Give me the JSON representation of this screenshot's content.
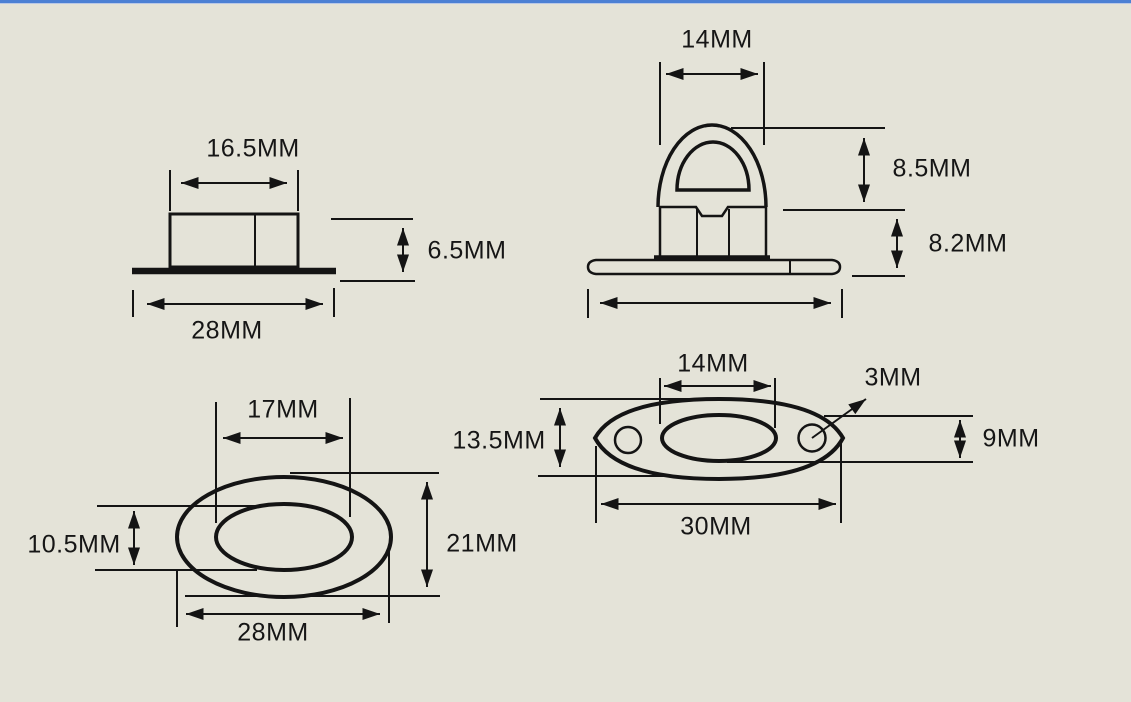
{
  "page": {
    "background_color": "#e4e3d8",
    "top_bar_color": "#4c80d4",
    "line_color": "#141414"
  },
  "drawings": {
    "top_left": {
      "dim_top_width": "16.5MM",
      "dim_height": "6.5MM",
      "dim_bottom_width": "28MM"
    },
    "top_right": {
      "dim_ring_width": "14MM",
      "dim_ring_height": "8.5MM",
      "dim_base_height": "8.2MM"
    },
    "bottom_left": {
      "dim_inner_width": "17MM",
      "dim_inner_height": "10.5MM",
      "dim_outer_height": "21MM",
      "dim_outer_width": "28MM"
    },
    "bottom_right": {
      "dim_slot_width": "14MM",
      "dim_hole_diameter": "3MM",
      "dim_plate_height": "13.5MM",
      "dim_slot_height": "9MM",
      "dim_plate_width": "30MM"
    }
  }
}
